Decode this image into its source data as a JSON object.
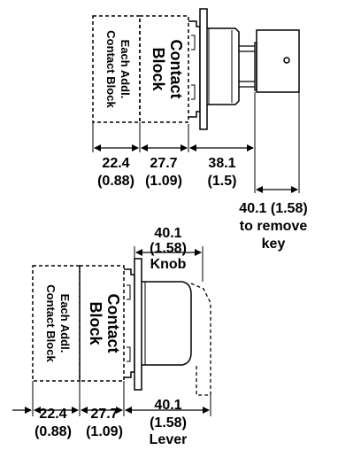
{
  "top": {
    "each_addl_line1": "Each Addl.",
    "each_addl_line2": "Contact Block",
    "contact_block_line1": "Contact",
    "contact_block_line2": "Block",
    "dim1_mm": "22.4",
    "dim1_in": "(0.88)",
    "dim2_mm": "27.7",
    "dim2_in": "(1.09)",
    "dim3_mm": "38.1",
    "dim3_in": "(1.5)",
    "key_line1": "40.1 (1.58)",
    "key_line2": "to remove",
    "key_line3": "key"
  },
  "bottom": {
    "knob_line1": "40.1",
    "knob_line2": "(1.58)",
    "knob_line3": "Knob",
    "each_addl_line1": "Each Addl.",
    "each_addl_line2": "Contact Block",
    "contact_block_line1": "Contact",
    "contact_block_line2": "Block",
    "dim1_mm": "22.4",
    "dim1_in": "(0.88)",
    "dim2_mm": "27.7",
    "dim2_in": "(1.09)",
    "lever_line1": "40.1",
    "lever_line2": "(1.58)",
    "lever_line3": "Lever"
  }
}
